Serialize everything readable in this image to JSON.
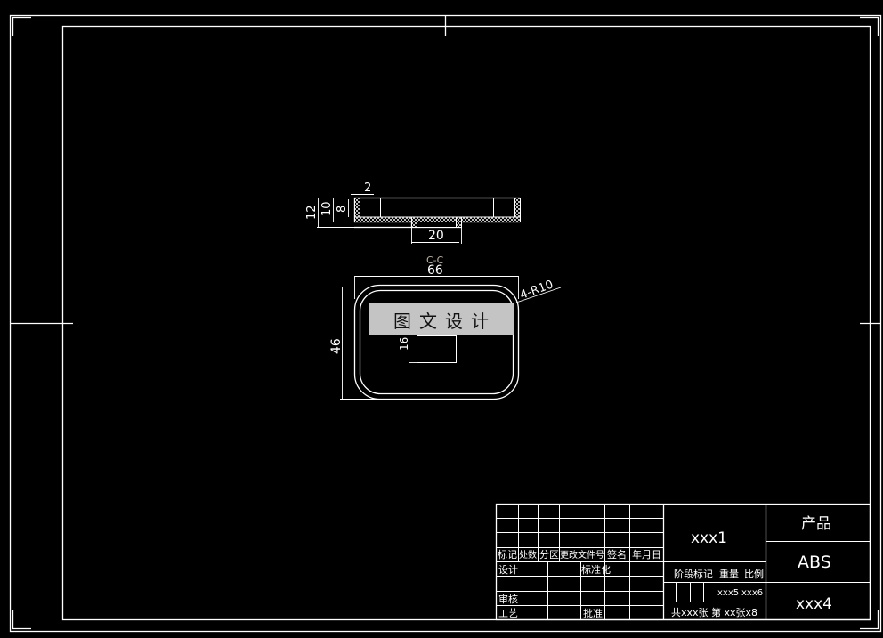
{
  "drawing": {
    "section_view": {
      "dimensions": {
        "wall_thickness": "2",
        "height_inner": "8",
        "height_mid": "10",
        "height_total": "12",
        "boss_width": "20"
      }
    },
    "plan_view": {
      "section_label": "C-C",
      "dimensions": {
        "width": "66",
        "height": "46",
        "slot": "16",
        "corner_radius": "4-R10"
      }
    },
    "watermark": "图文设计"
  },
  "title_block": {
    "header_row": [
      "标记",
      "处数",
      "分区",
      "更改文件号",
      "签名",
      "年月日"
    ],
    "rows": {
      "design": "设计",
      "standardization": "标准化",
      "review": "审核",
      "process": "工艺",
      "approve": "批准"
    },
    "drawing_name": "xxx1",
    "stage_mark": "阶段标记",
    "weight_label": "重量",
    "scale_label": "比例",
    "weight_value": "xxx5",
    "scale_value": "xxx6",
    "sheet_info": "共xxx张 第 xx张x8",
    "product_label": "产品",
    "material": "ABS",
    "drawing_number": "xxx4"
  },
  "colors": {
    "background": "#000000",
    "lines": "#ffffff",
    "watermark_bg": "#c4c4c4"
  }
}
